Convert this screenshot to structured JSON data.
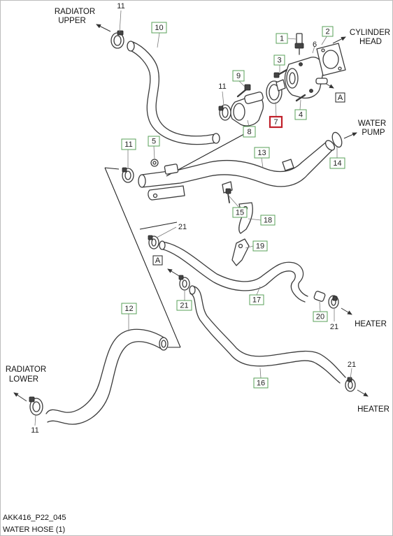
{
  "labels": {
    "radiator_upper": [
      "RADIATOR",
      "UPPER"
    ],
    "cylinder_head": [
      "CYLINDER",
      "HEAD"
    ],
    "water_pump": [
      "WATER",
      "PUMP"
    ],
    "heater_1": "HEATER",
    "heater_2": "HEATER",
    "radiator_lower": [
      "RADIATOR",
      "LOWER"
    ]
  },
  "ref_markers": {
    "a_upper": "A",
    "a_lower": "A"
  },
  "callouts": {
    "c1": "1",
    "c2": "2",
    "c3": "3",
    "c4": "4",
    "c5": "5",
    "c6": "6",
    "c7": "7",
    "c8": "8",
    "c9": "9",
    "c10": "10",
    "c11_top": "11",
    "c11_mid": "11",
    "c11_left": "11",
    "c11_bottom": "11",
    "c12": "12",
    "c13": "13",
    "c14": "14",
    "c15": "15",
    "c16": "16",
    "c17": "17",
    "c18": "18",
    "c19": "19",
    "c20": "20",
    "c21_a": "21",
    "c21_b": "21",
    "c21_c": "21",
    "c21_d": "21"
  },
  "caption": {
    "code": "AKK416_P22_045",
    "title": "WATER HOSE (1)"
  }
}
